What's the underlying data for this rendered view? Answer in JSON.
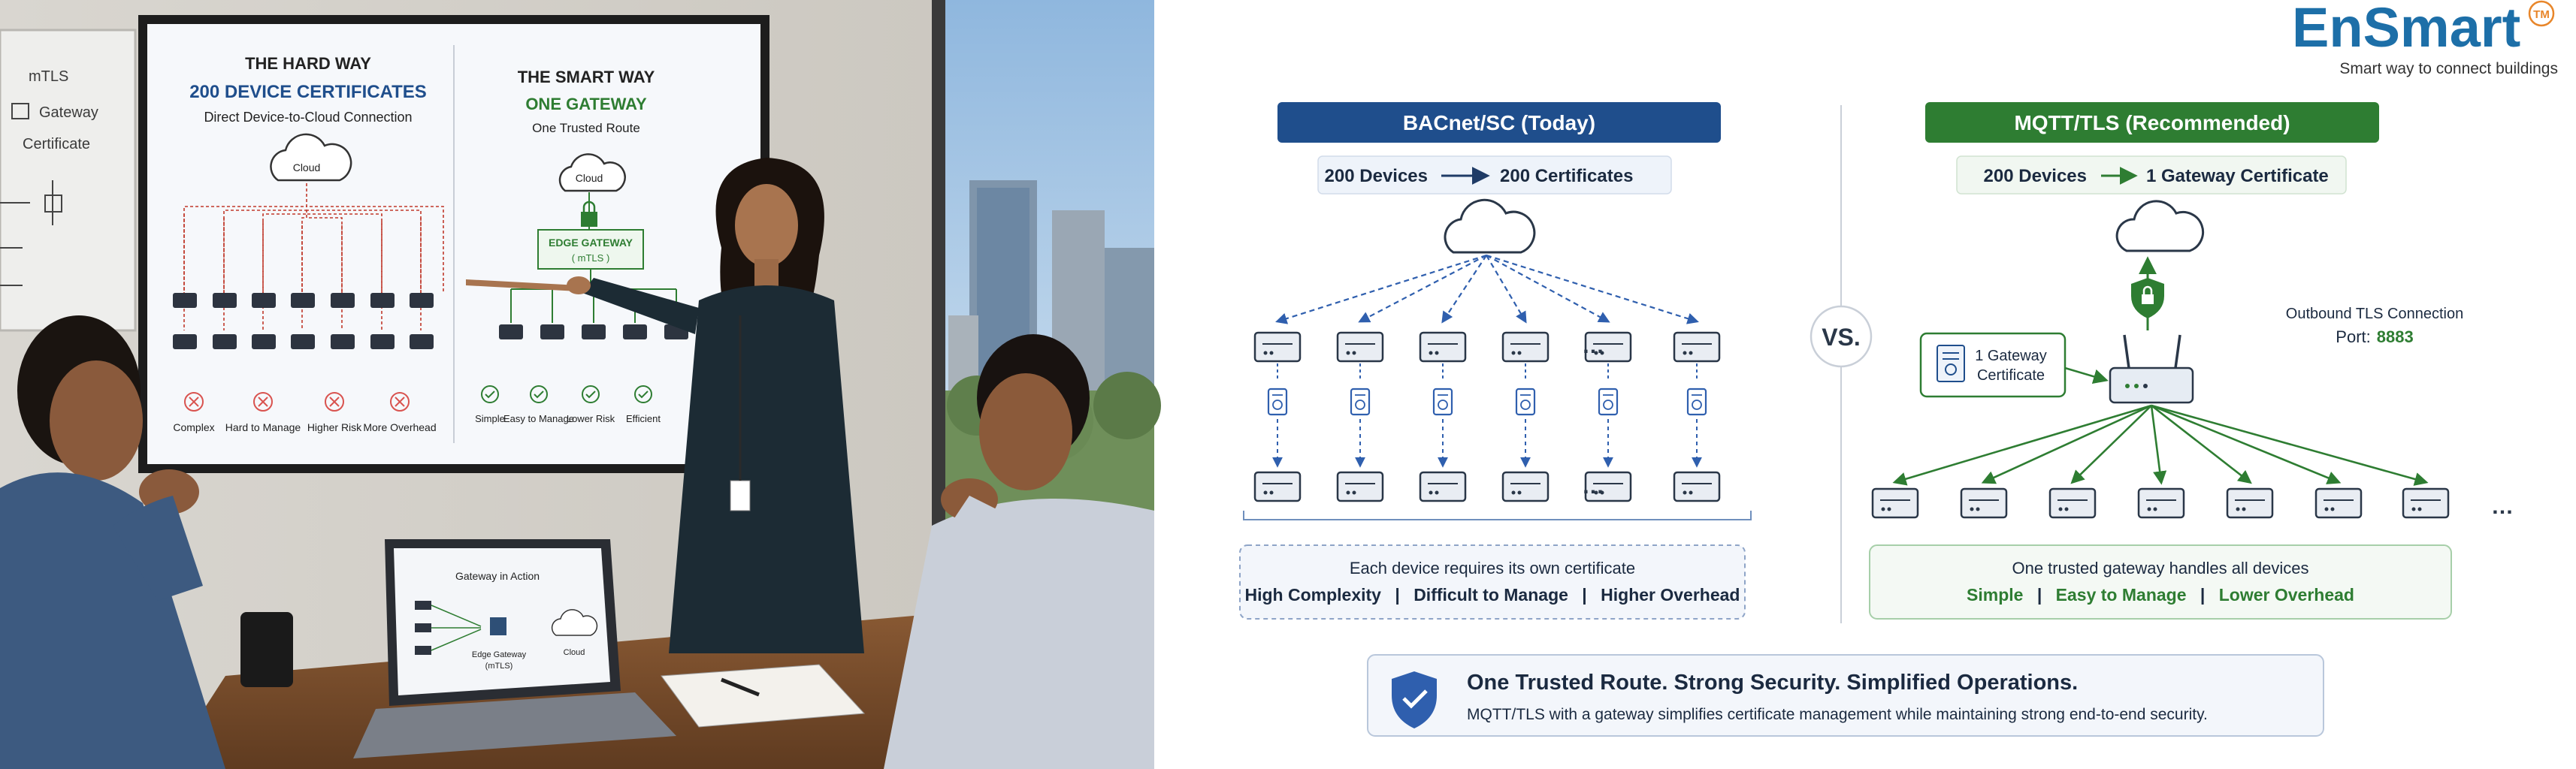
{
  "brand": {
    "name_en": "En",
    "name_smart": "Smart",
    "tm": "TM",
    "tagline": "Smart way to connect buildings",
    "color_primary": "#1d6fa8",
    "color_accent": "#e8862a"
  },
  "photo": {
    "tv": {
      "left_title": "THE HARD WAY",
      "left_subtitle": "200 DEVICE CERTIFICATES",
      "left_caption": "Direct Device-to-Cloud Connection",
      "cloud_label": "Cloud",
      "right_title": "THE SMART WAY",
      "right_subtitle": "ONE GATEWAY",
      "right_caption": "One Trusted Route",
      "gateway_label": "EDGE GATEWAY",
      "gateway_sub": "( mTLS )",
      "cons": [
        "Complex",
        "Hard to Manage",
        "Higher Risk",
        "More Overhead"
      ],
      "pros": [
        "Simple",
        "Easy to Manage",
        "Lower Risk",
        "Efficient"
      ]
    },
    "whiteboard": [
      "mTLS",
      "Gateway",
      "Certificate"
    ],
    "laptop": {
      "title": "Gateway in Action",
      "gateway_label": "Edge Gateway",
      "gateway_sub": "(mTLS)",
      "cloud_label": "Cloud"
    }
  },
  "left_panel": {
    "header": "BACnet/SC (Today)",
    "flow_from": "200 Devices",
    "flow_to": "200 Certificates",
    "ellipsis": "…",
    "note_title": "Each device requires its own certificate",
    "note_points": [
      "High Complexity",
      "Difficult to Manage",
      "Higher Overhead"
    ],
    "color": "#1f4e8c"
  },
  "vs_label": "VS.",
  "right_panel": {
    "header": "MQTT/TLS (Recommended)",
    "flow_from": "200 Devices",
    "flow_to": "1 Gateway Certificate",
    "ellipsis": "…",
    "cert_label_1": "1 Gateway",
    "cert_label_2": "Certificate",
    "outbound_label": "Outbound TLS Connection",
    "port_label": "Port:",
    "port_value": "8883",
    "note_title": "One trusted gateway handles all devices",
    "note_points": [
      "Simple",
      "Easy to Manage",
      "Lower Overhead"
    ],
    "color": "#2e7d32"
  },
  "footer": {
    "title": "One Trusted Route. Strong Security. Simplified Operations.",
    "subtitle": "MQTT/TLS with a gateway simplifies certificate management while maintaining strong end-to-end security."
  }
}
